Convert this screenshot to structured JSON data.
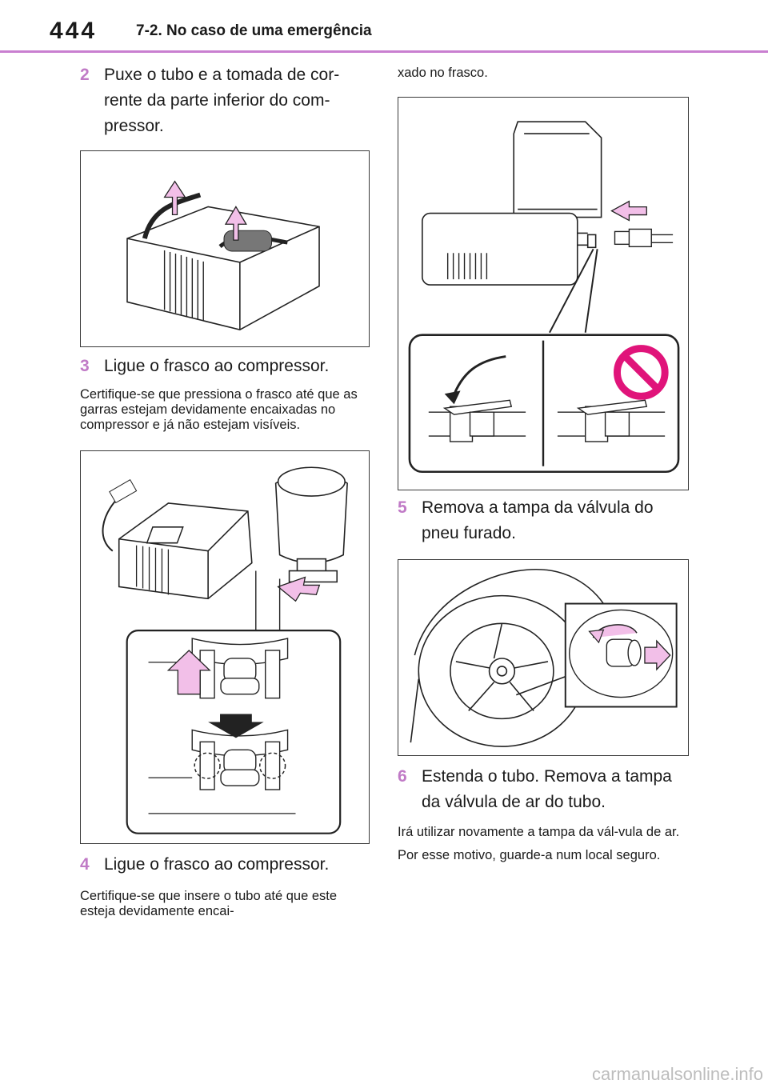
{
  "header": {
    "page_number": "444",
    "section_title": "7-2. No caso de uma emergência"
  },
  "colors": {
    "accent": "#c07ac6",
    "rule": "#c97fd0",
    "arrow_fill": "#f2bfe8",
    "prohibit": "#e0147a"
  },
  "left_column": {
    "step2": {
      "number": "2",
      "text": "Puxe o tubo e a tomada de cor-rente da parte inferior do com-pressor."
    },
    "figure1": {
      "icon": "compressor-hose-removal-illustration"
    },
    "step3": {
      "number": "3",
      "text": "Ligue o frasco ao compressor."
    },
    "step3_note": "Certifique-se que pressiona o frasco até que as garras estejam devidamente encaixadas no compressor e já não estejam visíveis.",
    "figure2": {
      "icon": "bottle-attach-illustration"
    },
    "step4": {
      "number": "4",
      "text": "Ligue o frasco ao compressor."
    },
    "step4_note": "Certifique-se que insere o tubo até que este esteja devidamente encai-"
  },
  "right_column": {
    "continuation": "xado no frasco.",
    "figure3": {
      "icon": "hose-connection-prohibited-illustration"
    },
    "step5": {
      "number": "5",
      "text": "Remova a tampa da válvula do pneu furado."
    },
    "figure4": {
      "icon": "valve-cap-removal-illustration"
    },
    "step6": {
      "number": "6",
      "text": "Estenda o tubo. Remova a tampa da válvula de ar do tubo."
    },
    "step6_note1": "Irá utilizar novamente a tampa da vál-vula de ar.",
    "step6_note2": "Por esse motivo, guarde-a num local seguro."
  },
  "footer": {
    "watermark": "carmanualsonline.info"
  }
}
